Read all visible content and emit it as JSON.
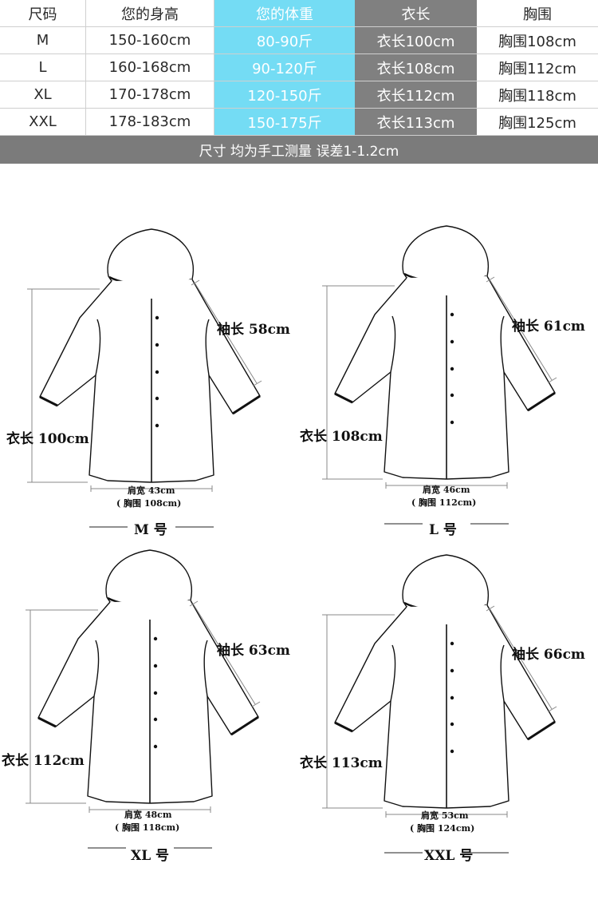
{
  "table": {
    "headers": [
      "尺码",
      "您的身高",
      "您的体重",
      "衣长",
      "胸围"
    ],
    "rows": [
      [
        "M",
        "150-160cm",
        "80-90斤",
        "衣长100cm",
        "胸围108cm"
      ],
      [
        "L",
        "160-168cm",
        "90-120斤",
        "衣长108cm",
        "胸围112cm"
      ],
      [
        "XL",
        "170-178cm",
        "120-150斤",
        "衣长112cm",
        "胸围118cm"
      ],
      [
        "XXL",
        "178-183cm",
        "150-175斤",
        "衣长113cm",
        "胸围125cm"
      ]
    ],
    "footer": "尺寸 均为手工测量 误差1-1.2cm",
    "colors": {
      "weight_column": "#74dcf4",
      "length_column": "#808080",
      "footer_bg": "#7b7b7b"
    }
  },
  "diagrams": [
    {
      "size_label": "M 号",
      "length_label": "衣长 100cm",
      "sleeve_label": "袖长 58cm",
      "shoulder_label": "肩宽 43cm",
      "chest_label": "( 胸围 108cm)"
    },
    {
      "size_label": "L 号",
      "length_label": "衣长 108cm",
      "sleeve_label": "袖长 61cm",
      "shoulder_label": "肩宽 46cm",
      "chest_label": "( 胸围 112cm)"
    },
    {
      "size_label": "XL 号",
      "length_label": "衣长 112cm",
      "sleeve_label": "袖长 63cm",
      "shoulder_label": "肩宽 48cm",
      "chest_label": "( 胸围 118cm)"
    },
    {
      "size_label": "XXL 号",
      "length_label": "衣长 113cm",
      "sleeve_label": "袖长 66cm",
      "shoulder_label": "肩宽 53cm",
      "chest_label": "( 胸围 124cm)"
    }
  ]
}
